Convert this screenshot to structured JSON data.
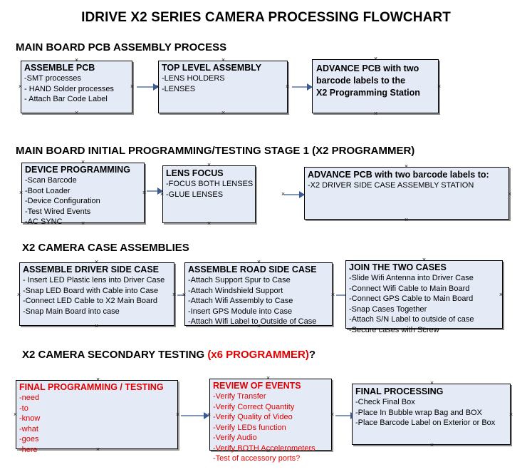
{
  "document": {
    "title": "IDRIVE X2  SERIES CAMERA PROCESSING FLOWCHART"
  },
  "sections": [
    {
      "id": "main-board-pcb-assembly",
      "heading": "MAIN BOARD PCB ASSEMBLY PROCESS",
      "heading_suffix": "",
      "heading_suffix_color": "",
      "boxes": [
        {
          "id": "assemble-pcb",
          "title": "ASSEMBLE PCB",
          "title_color": "#000000",
          "lines": [
            "-SMT processes",
            "- HAND Solder processes",
            "- Attach Bar Code Label"
          ]
        },
        {
          "id": "top-level-assembly",
          "title": "TOP LEVEL ASSEMBLY",
          "title_color": "#000000",
          "lines": [
            "-LENS HOLDERS",
            "-LENSES"
          ]
        },
        {
          "id": "advance-pcb-programming-station",
          "title": "",
          "title_color": "#000000",
          "big_lines": [
            "ADVANCE PCB with two",
            "barcode labels to the",
            " X2 Programming Station"
          ],
          "lines": []
        }
      ]
    },
    {
      "id": "main-board-initial-programming",
      "heading": "MAIN BOARD INITIAL PROGRAMMING/TESTING STAGE 1 (X2 PROGRAMMER)",
      "heading_suffix": "",
      "heading_suffix_color": "",
      "boxes": [
        {
          "id": "device-programming",
          "title": "DEVICE PROGRAMMING",
          "title_color": "#000000",
          "lines": [
            "-Scan Barcode",
            "-Boot Loader",
            "-Device Configuration",
            "-Test Wired Events",
            "-AC SYNC"
          ]
        },
        {
          "id": "lens-focus",
          "title": "LENS FOCUS",
          "title_color": "#000000",
          "lines": [
            "-FOCUS BOTH LENSES",
            "-GLUE LENSES"
          ]
        },
        {
          "id": "advance-pcb-driver-side-station",
          "title": "ADVANCE PCB with two barcode labels to:",
          "title_color": "#000000",
          "lines": [
            "-X2 DRIVER  SIDE  CASE  ASSEMBLY STATION"
          ]
        }
      ]
    },
    {
      "id": "x2-camera-case-assemblies",
      "heading": "X2 CAMERA CASE ASSEMBLIES",
      "heading_suffix": "",
      "heading_suffix_color": "",
      "boxes": [
        {
          "id": "assemble-driver-side-case",
          "title": "ASSEMBLE DRIVER SIDE CASE",
          "title_color": "#000000",
          "lines": [
            "- Insert LED Plastic lens into Driver Case",
            "-Snap LED Board with Cable into Case",
            "-Connect LED Cable to X2 Main Board",
            "-Snap Main Board into case"
          ]
        },
        {
          "id": "assemble-road-side-case",
          "title": "ASSEMBLE ROAD SIDE CASE",
          "title_color": "#000000",
          "lines": [
            "-Attach Support Spur to Case",
            "-Attach Windshield Support",
            "-Attach Wifi Assembly to Case",
            "-Insert GPS Module into Case",
            "-Attach Wifi Label to Outside of Case"
          ]
        },
        {
          "id": "join-the-two-cases",
          "title": "JOIN THE TWO CASES",
          "title_color": "#000000",
          "lines": [
            "-Slide Wifi Antenna into Driver Case",
            "-Connect Wifi Cable to Main Board",
            "-Connect GPS Cable to Main Board",
            "-Snap Cases Together",
            "-Attach S/N Label to outside of case",
            "-Secure cases with Screw"
          ]
        }
      ]
    },
    {
      "id": "x2-camera-secondary-testing",
      "heading": "X2 CAMERA SECONDARY TESTING ",
      "heading_suffix": "(x6 PROGRAMMER)",
      "heading_suffix_color": "#e00000",
      "heading_tail": "?",
      "boxes": [
        {
          "id": "final-programming-testing",
          "title": "FINAL PROGRAMMING / TESTING",
          "title_color": "#e00000",
          "lines": [
            "-need",
            "-to",
            "-know",
            "-what",
            "-goes",
            "-here"
          ]
        },
        {
          "id": "review-of-events",
          "title": "REVIEW OF EVENTS",
          "title_color": "#e00000",
          "lines": [
            "-Verify Transfer",
            "-Verify Correct Quantity",
            "-Verify Quality of Video",
            "-Verify LEDs function",
            "-Verify Audio",
            "-Verify BOTH Accelerometers",
            "-Test of accessory ports?"
          ]
        },
        {
          "id": "final-processing",
          "title": "FINAL PROCESSING",
          "title_color": "#000000",
          "lines": [
            " -Check Final Box",
            "-Place In Bubble wrap Bag and BOX",
            "-Place Barcode Label on Exterior or Box"
          ]
        }
      ]
    }
  ],
  "colors": {
    "box_fill": "#e5ebf6",
    "box_border": "#000000",
    "box_shadow": "#8a8a8a",
    "arrow": "#8196b8",
    "arrow_head": "#3a5c93",
    "accent_red": "#e00000",
    "text": "#000000"
  }
}
